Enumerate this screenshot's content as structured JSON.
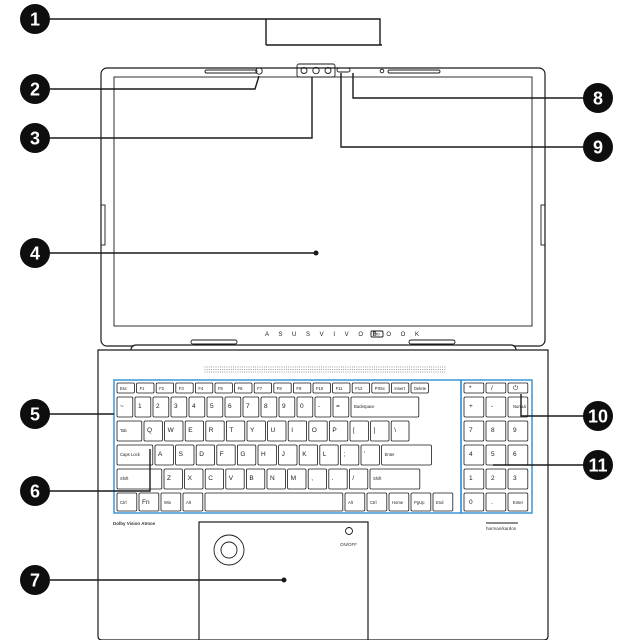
{
  "brand_text": "A S U S   V I V O B O O K",
  "brand_badge": "Pro",
  "dolby_label": "Dolby Vision Atmos",
  "harman_label": "harman/kardon",
  "fp_label": "ON/OFF",
  "callouts": [
    "1",
    "2",
    "3",
    "4",
    "5",
    "6",
    "7",
    "8",
    "9",
    "10",
    "11"
  ],
  "keyboard": {
    "rows": [
      [
        "Esc",
        "F1",
        "F2",
        "F3",
        "F4",
        "F5",
        "F6",
        "F7",
        "F8",
        "F9",
        "F10",
        "F11",
        "F12",
        "PrtSc",
        "Insert",
        "Delete"
      ],
      [
        "~",
        "1",
        "2",
        "3",
        "4",
        "5",
        "6",
        "7",
        "8",
        "9",
        "0",
        "-",
        "=",
        "Backspace"
      ],
      [
        "Tab",
        "Q",
        "W",
        "E",
        "R",
        "T",
        "Y",
        "U",
        "I",
        "O",
        "P",
        "[",
        "]",
        "\\"
      ],
      [
        "Caps Lock",
        "A",
        "S",
        "D",
        "F",
        "G",
        "H",
        "J",
        "K",
        "L",
        ";",
        "'",
        "Enter"
      ],
      [
        "Shift",
        "Z",
        "X",
        "C",
        "V",
        "B",
        "N",
        "M",
        ",",
        ".",
        "/",
        "Shift"
      ],
      [
        "Ctrl",
        "Fn",
        "Win",
        "Alt",
        "",
        "Alt",
        "Ctrl",
        "Home",
        "PgUp",
        "End"
      ]
    ],
    "numpad": [
      [
        "*",
        "/",
        "⏻"
      ],
      [
        "+",
        "-",
        "NumLk"
      ],
      [
        "7",
        "8",
        "9"
      ],
      [
        "4",
        "5",
        "6"
      ],
      [
        "1",
        "2",
        "3"
      ],
      [
        "0",
        ".",
        "Enter"
      ]
    ]
  }
}
